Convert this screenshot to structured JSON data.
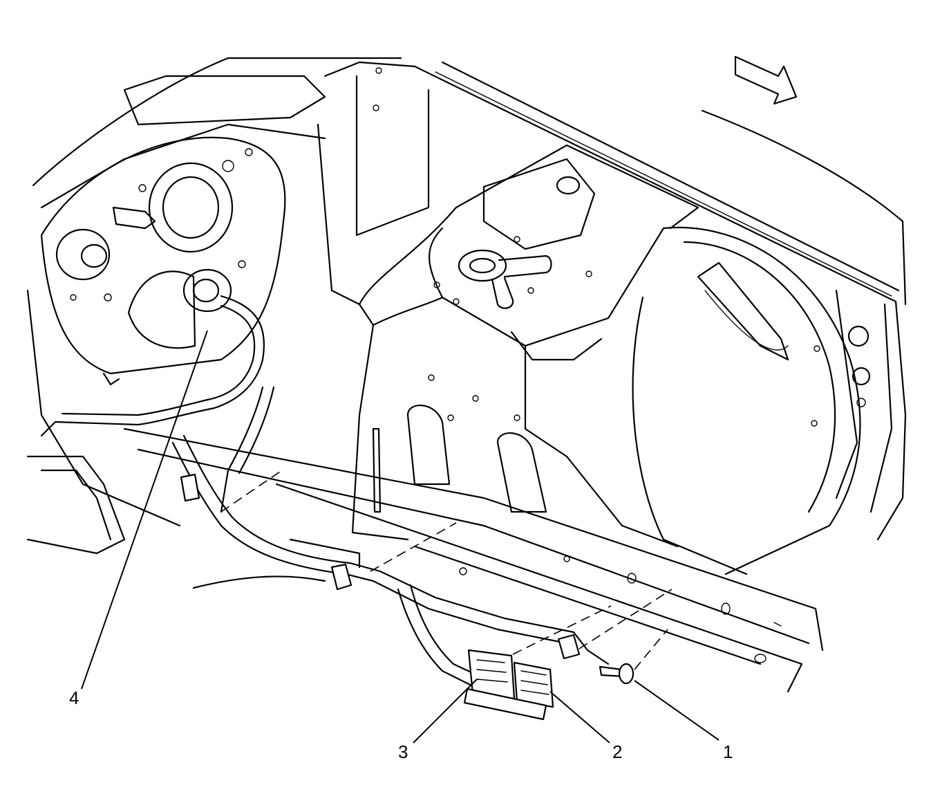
{
  "callouts": [
    {
      "id": "1",
      "label": "1"
    },
    {
      "id": "2",
      "label": "2"
    },
    {
      "id": "3",
      "label": "3"
    },
    {
      "id": "4",
      "label": "4"
    }
  ],
  "colors": {
    "line": "#000000",
    "background": "#ffffff"
  },
  "icons": {
    "direction": "forward-arrow-icon"
  }
}
